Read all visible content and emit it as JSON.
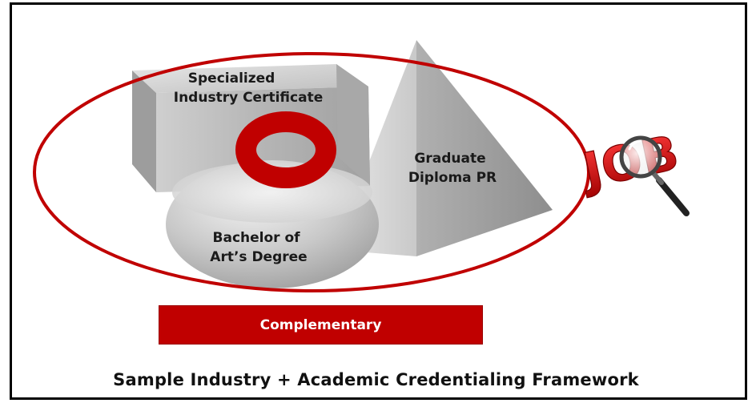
{
  "diagram": {
    "cube_label_line1": "Specialized",
    "cube_label_line2": "Industry Certificate",
    "pyramid_label_line1": "Graduate",
    "pyramid_label_line2": "Diploma PR",
    "sphere_label_line1": "Bachelor of",
    "sphere_label_line2": "Art’s Degree",
    "job_icon_text": "JOB",
    "complementary_label": "Complementary",
    "caption": "Sample Industry + Academic Credentialing Framework"
  },
  "colors": {
    "accent_red": "#c00000",
    "shape_gray": "#b8b8b8",
    "border": "#000000"
  }
}
